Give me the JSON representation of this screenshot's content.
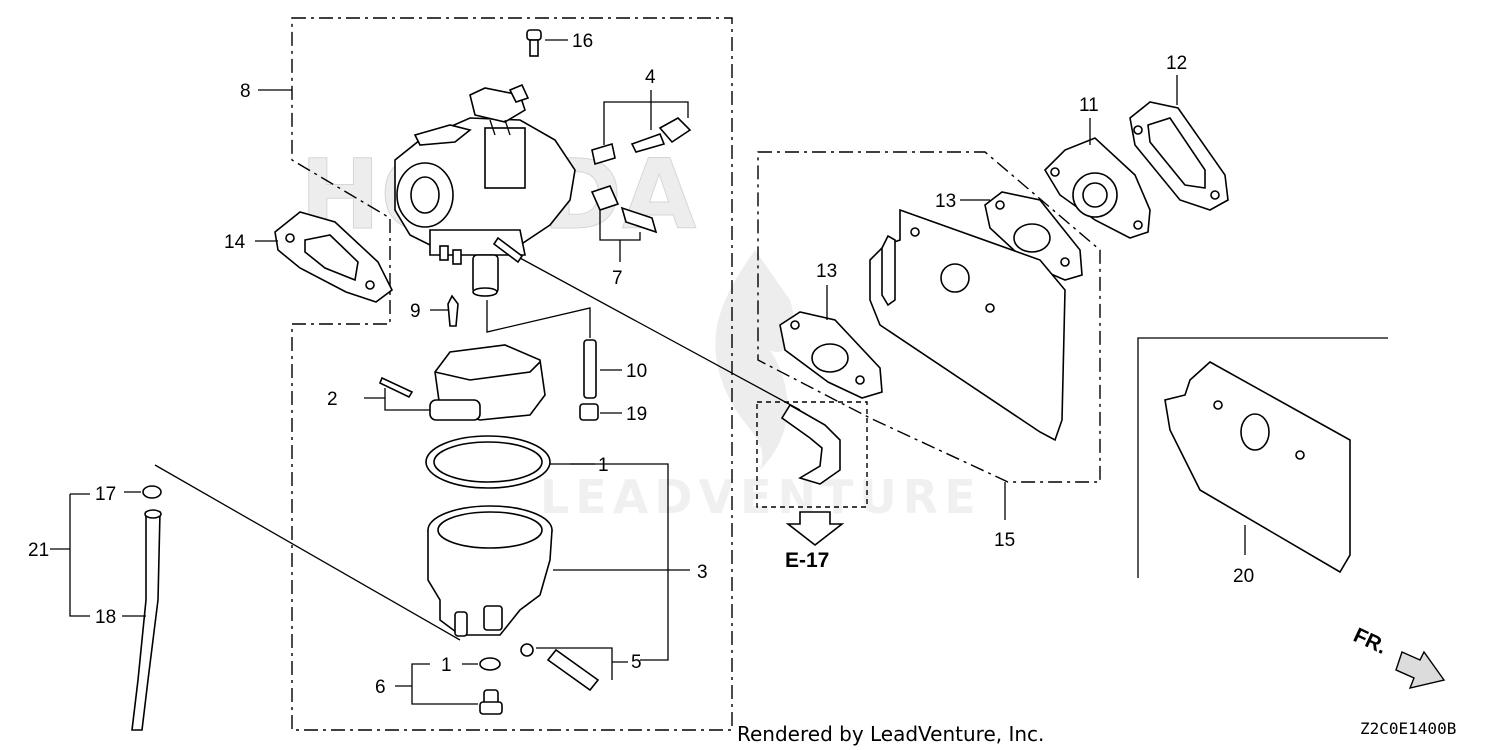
{
  "diagram": {
    "watermark_brand": "HONDA",
    "watermark_vendor": "LEADVENTURE",
    "credit": "Rendered by LeadVenture, Inc.",
    "diagram_code": "Z2C0E1400B",
    "reference": "E-17",
    "front_marker": "FR.",
    "callouts": {
      "c1a": "1",
      "c1b": "1",
      "c2": "2",
      "c3": "3",
      "c4": "4",
      "c5": "5",
      "c6": "6",
      "c7": "7",
      "c8": "8",
      "c9": "9",
      "c10": "10",
      "c11": "11",
      "c12": "12",
      "c13a": "13",
      "c13b": "13",
      "c14": "14",
      "c15": "15",
      "c16": "16",
      "c17": "17",
      "c18": "18",
      "c19": "19",
      "c20": "20",
      "c21": "21"
    }
  }
}
